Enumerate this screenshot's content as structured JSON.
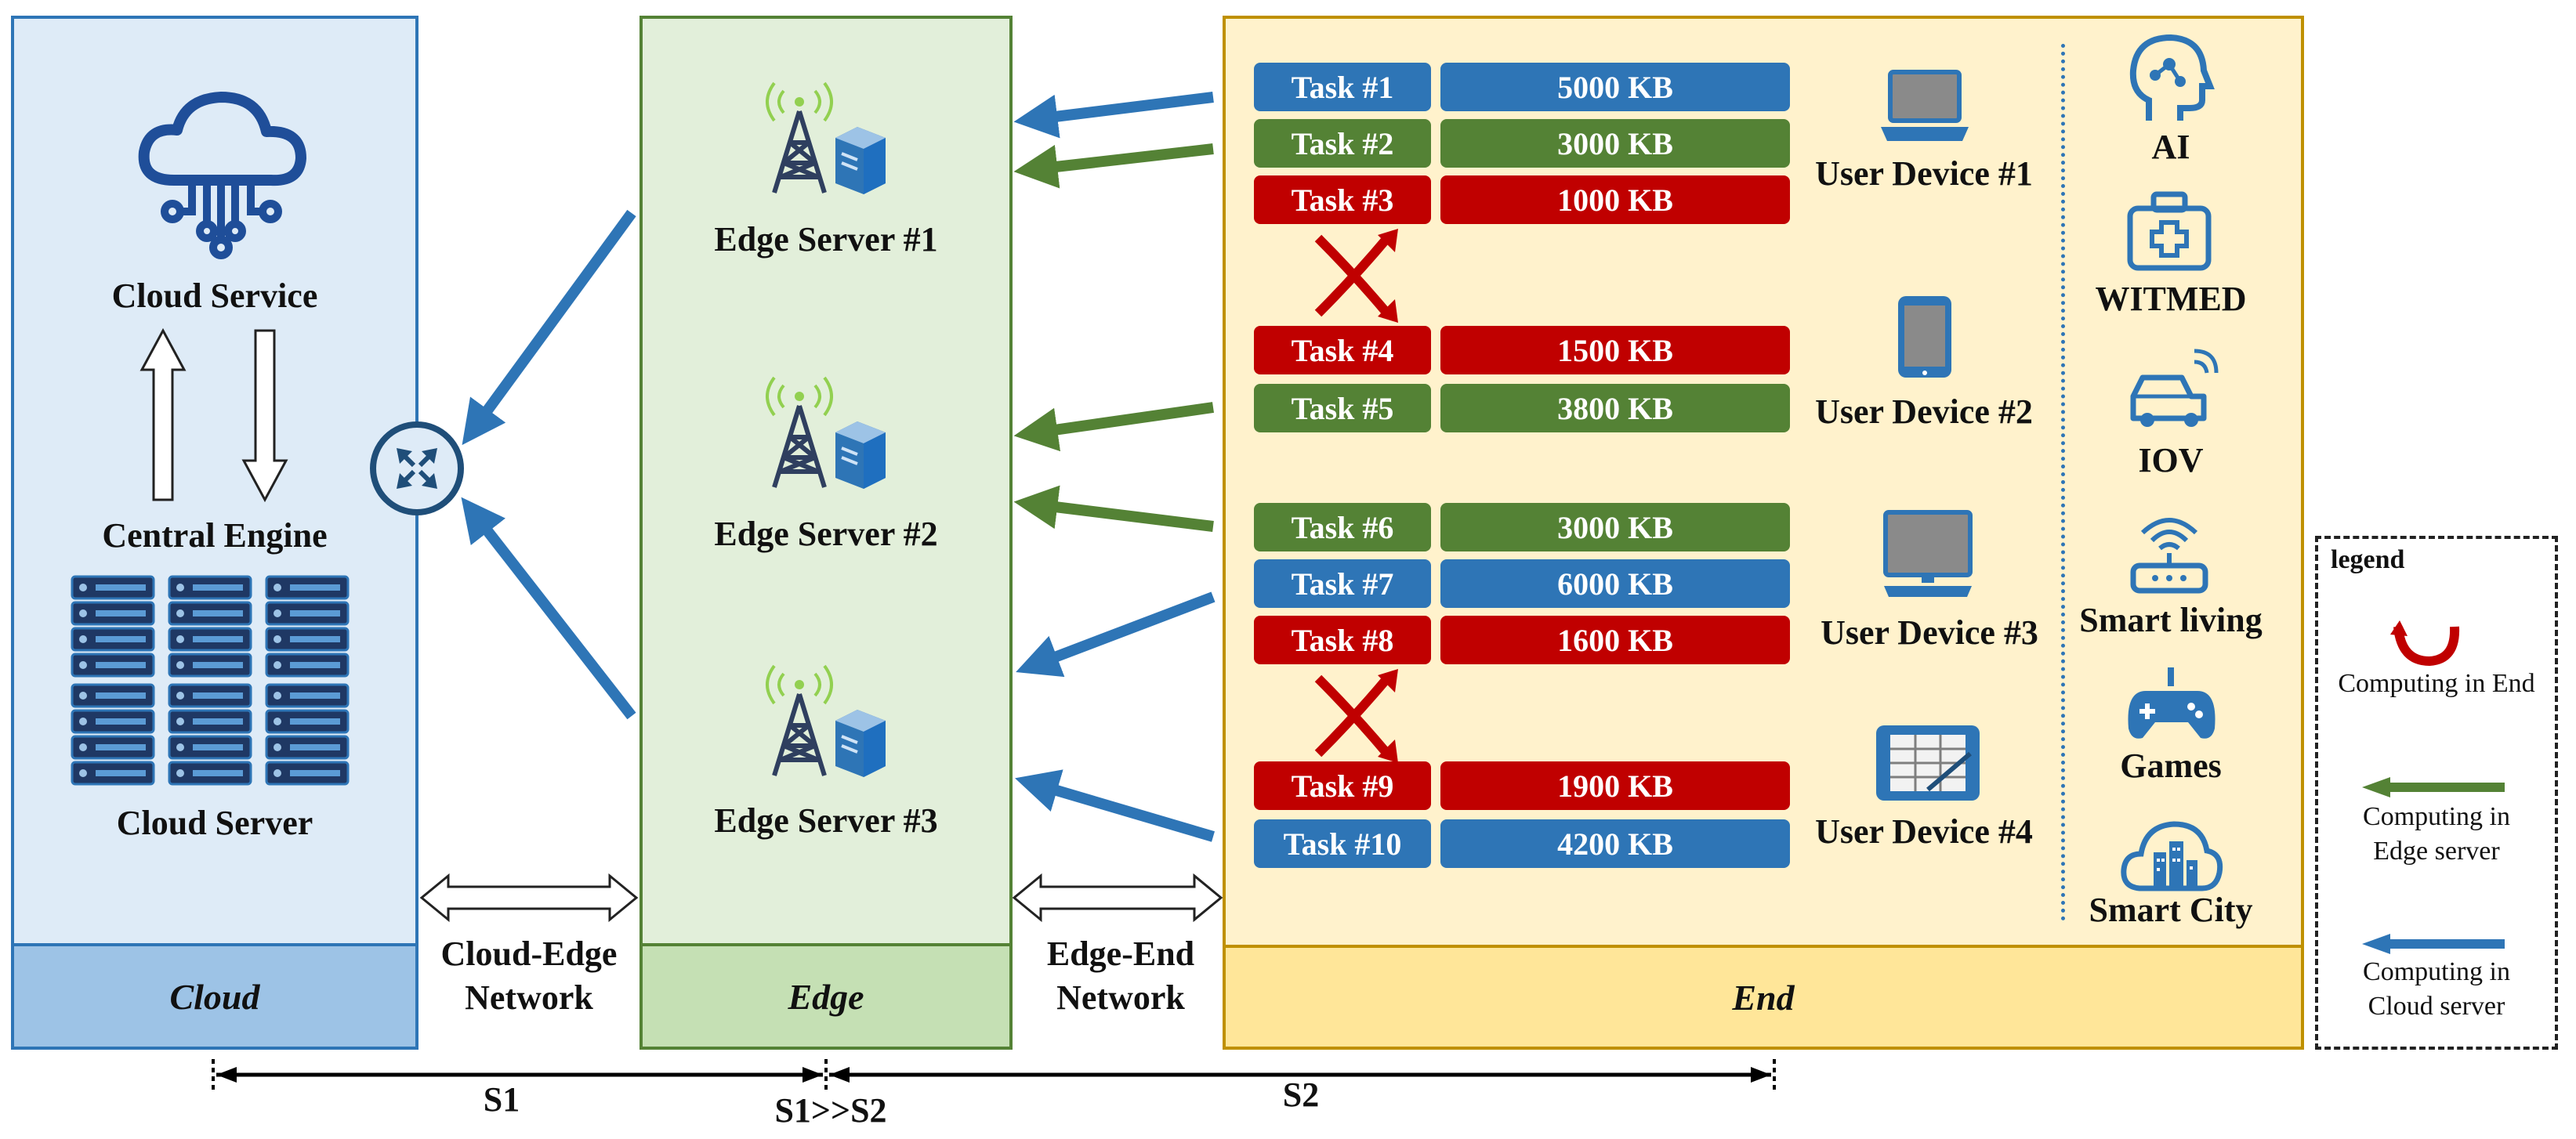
{
  "colors": {
    "blue": "#2e75b6",
    "green": "#548235",
    "red": "#c00000",
    "cloud_fill": "#deebf7",
    "cloud_border": "#2e75b6",
    "cloud_foot": "#9dc3e6",
    "edge_fill": "#e2efda",
    "edge_border": "#548235",
    "edge_foot": "#c5e0b4",
    "end_fill": "#fff2cc",
    "end_border": "#bf9000",
    "end_foot": "#ffe699"
  },
  "cloud": {
    "service_label": "Cloud Service",
    "engine_label": "Central Engine",
    "server_label": "Cloud Server",
    "footer": "Cloud"
  },
  "edge": {
    "servers": [
      "Edge Server #1",
      "Edge Server #2",
      "Edge Server #3"
    ],
    "footer": "Edge"
  },
  "end": {
    "footer": "End",
    "tasks": [
      {
        "name": "Task #1",
        "size": "5000 KB",
        "mode": "cloud"
      },
      {
        "name": "Task #2",
        "size": "3000 KB",
        "mode": "edge"
      },
      {
        "name": "Task #3",
        "size": "1000 KB",
        "mode": "end"
      },
      {
        "name": "Task #4",
        "size": "1500 KB",
        "mode": "end"
      },
      {
        "name": "Task #5",
        "size": "3800 KB",
        "mode": "edge"
      },
      {
        "name": "Task #6",
        "size": "3000 KB",
        "mode": "edge"
      },
      {
        "name": "Task #7",
        "size": "6000 KB",
        "mode": "cloud"
      },
      {
        "name": "Task #8",
        "size": "1600 KB",
        "mode": "end"
      },
      {
        "name": "Task #9",
        "size": "1900 KB",
        "mode": "end"
      },
      {
        "name": "Task #10",
        "size": "4200 KB",
        "mode": "cloud"
      }
    ],
    "devices": [
      "User Device #1",
      "User Device #2",
      "User Device #3",
      "User Device #4"
    ],
    "applications": [
      {
        "label": "AI",
        "icon": "ai-head-icon"
      },
      {
        "label": "WITMED",
        "icon": "medical-kit-icon"
      },
      {
        "label": "IOV",
        "icon": "connected-car-icon"
      },
      {
        "label": "Smart living",
        "icon": "wifi-router-icon"
      },
      {
        "label": "Games",
        "icon": "gamepad-icon"
      },
      {
        "label": "Smart City",
        "icon": "city-cloud-icon"
      }
    ]
  },
  "networks": {
    "cloud_edge": [
      "Cloud-Edge",
      "Network"
    ],
    "edge_end": [
      "Edge-End",
      "Network"
    ]
  },
  "scale": {
    "s1": "S1",
    "s2": "S2",
    "relation": "S1>>S2"
  },
  "legend": {
    "title": "legend",
    "end": "Computing in End",
    "edge": [
      "Computing in",
      "Edge server"
    ],
    "cloud": [
      "Computing in",
      "Cloud server"
    ]
  }
}
